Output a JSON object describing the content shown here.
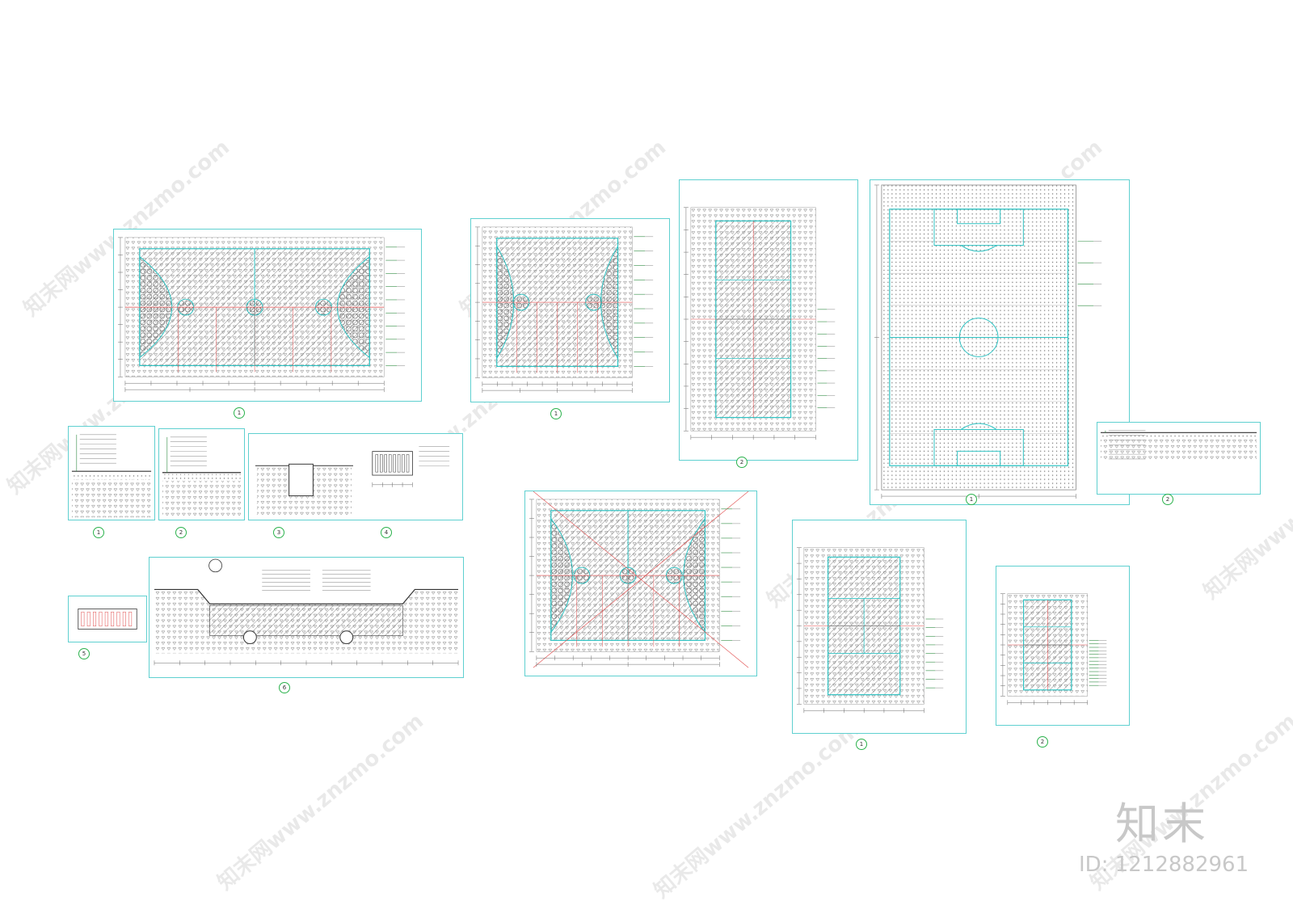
{
  "watermark": {
    "site": "知末网www.znzmo.com",
    "brand": "知末",
    "id": "ID: 1212882961"
  },
  "colors": {
    "frame": "#5fd0d0",
    "court_line": "#2fc3c3",
    "red_line": "#e04848",
    "hatch": "#555555",
    "dot": "#777777",
    "number_circle": "#2bb24c"
  },
  "detail_numbers": {
    "bb_full": "1",
    "bb_half": "1",
    "volley": "2",
    "soccer": "1",
    "soccer_section": "2",
    "sec1": "1",
    "sec2": "2",
    "sec3": "3",
    "sec4": "4",
    "sec5": "5",
    "sec6": "6",
    "bb_diag": "",
    "tennis": "1",
    "badminton": "2"
  }
}
